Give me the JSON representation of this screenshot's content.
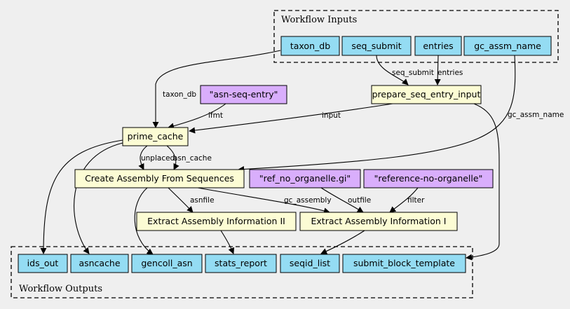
{
  "clusters": {
    "inputs": {
      "label": "Workflow Inputs"
    },
    "outputs": {
      "label": "Workflow Outputs"
    }
  },
  "nodes": {
    "taxon_db": "taxon_db",
    "seq_submit": "seq_submit",
    "entries": "entries",
    "gc_assm_name": "gc_assm_name",
    "asn_seq_entry": "\"asn-seq-entry\"",
    "prepare_seq_entry_input": "prepare_seq_entry_input",
    "prime_cache": "prime_cache",
    "create_assembly": "Create Assembly From Sequences",
    "ref_no_organelle_gi": "\"ref_no_organelle.gi\"",
    "reference_no_organelle": "\"reference-no-organelle\"",
    "extract_info_ii": "Extract Assembly Information II",
    "extract_info_i": "Extract Assembly Information I",
    "ids_out": "ids_out",
    "asncache": "asncache",
    "gencoll_asn": "gencoll_asn",
    "stats_report": "stats_report",
    "seqid_list": "seqid_list",
    "submit_block_template": "submit_block_template"
  },
  "edge_labels": {
    "taxon_db": "taxon_db",
    "seq_submit": "seq_submit",
    "entries": "entries",
    "gc_assm_name": "gc_assm_name",
    "ifmt": "ifmt",
    "input": "input",
    "unplaced": "unplaced",
    "asn_cache": "asn_cache",
    "asnfile": "asnfile",
    "gc_assembly": "gc_assembly",
    "outfile": "outfile",
    "filter": "filter"
  },
  "colors": {
    "input_node": "#94dcf3",
    "step_node": "#fcfcd4",
    "constant_node": "#d9aefc",
    "background": "#efefef"
  }
}
